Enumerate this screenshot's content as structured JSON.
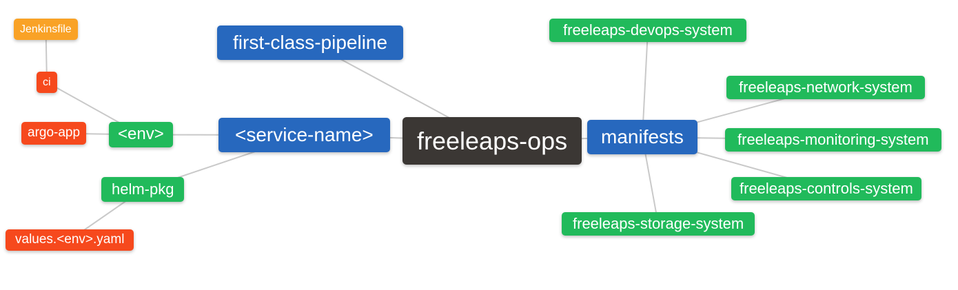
{
  "palette": {
    "root_dark": "#3b3734",
    "branch_blue": "#2768be",
    "leaf_green": "#21ba5b",
    "leaf_red_orange": "#f6491d",
    "leaf_amber": "#f9a226",
    "edge_gray": "#c9c9c9",
    "node_text": "#ffffff",
    "background": "#ffffff"
  },
  "nodes": {
    "jenkinsfile": {
      "label": "Jenkinsfile",
      "color": "#f9a226"
    },
    "ci": {
      "label": "ci",
      "color": "#f6491d"
    },
    "argo_app": {
      "label": "argo-app",
      "color": "#f6491d"
    },
    "env": {
      "label": "<env>",
      "color": "#21ba5b"
    },
    "helm_pkg": {
      "label": "helm-pkg",
      "color": "#21ba5b"
    },
    "values_env_yaml": {
      "label": "values.<env>.yaml",
      "color": "#f6491d"
    },
    "first_class_pipeline": {
      "label": "first-class-pipeline",
      "color": "#2768be"
    },
    "service_name": {
      "label": "<service-name>",
      "color": "#2768be"
    },
    "freeleaps_ops": {
      "label": "freeleaps-ops",
      "color": "#3b3734"
    },
    "manifests": {
      "label": "manifests",
      "color": "#2768be"
    },
    "devops_system": {
      "label": "freeleaps-devops-system",
      "color": "#21ba5b"
    },
    "network_system": {
      "label": "freeleaps-network-system",
      "color": "#21ba5b"
    },
    "monitoring_system": {
      "label": "freeleaps-monitoring-system",
      "color": "#21ba5b"
    },
    "controls_system": {
      "label": "freeleaps-controls-system",
      "color": "#21ba5b"
    },
    "storage_system": {
      "label": "freeleaps-storage-system",
      "color": "#21ba5b"
    }
  },
  "edges": [
    {
      "from": "jenkinsfile",
      "to": "ci"
    },
    {
      "from": "ci",
      "to": "env"
    },
    {
      "from": "argo_app",
      "to": "env"
    },
    {
      "from": "env",
      "to": "service_name"
    },
    {
      "from": "service_name",
      "to": "helm_pkg"
    },
    {
      "from": "helm_pkg",
      "to": "values_env_yaml"
    },
    {
      "from": "first_class_pipeline",
      "to": "freeleaps_ops"
    },
    {
      "from": "service_name",
      "to": "freeleaps_ops"
    },
    {
      "from": "freeleaps_ops",
      "to": "manifests"
    },
    {
      "from": "manifests",
      "to": "devops_system"
    },
    {
      "from": "manifests",
      "to": "network_system"
    },
    {
      "from": "manifests",
      "to": "monitoring_system"
    },
    {
      "from": "manifests",
      "to": "controls_system"
    },
    {
      "from": "manifests",
      "to": "storage_system"
    }
  ]
}
